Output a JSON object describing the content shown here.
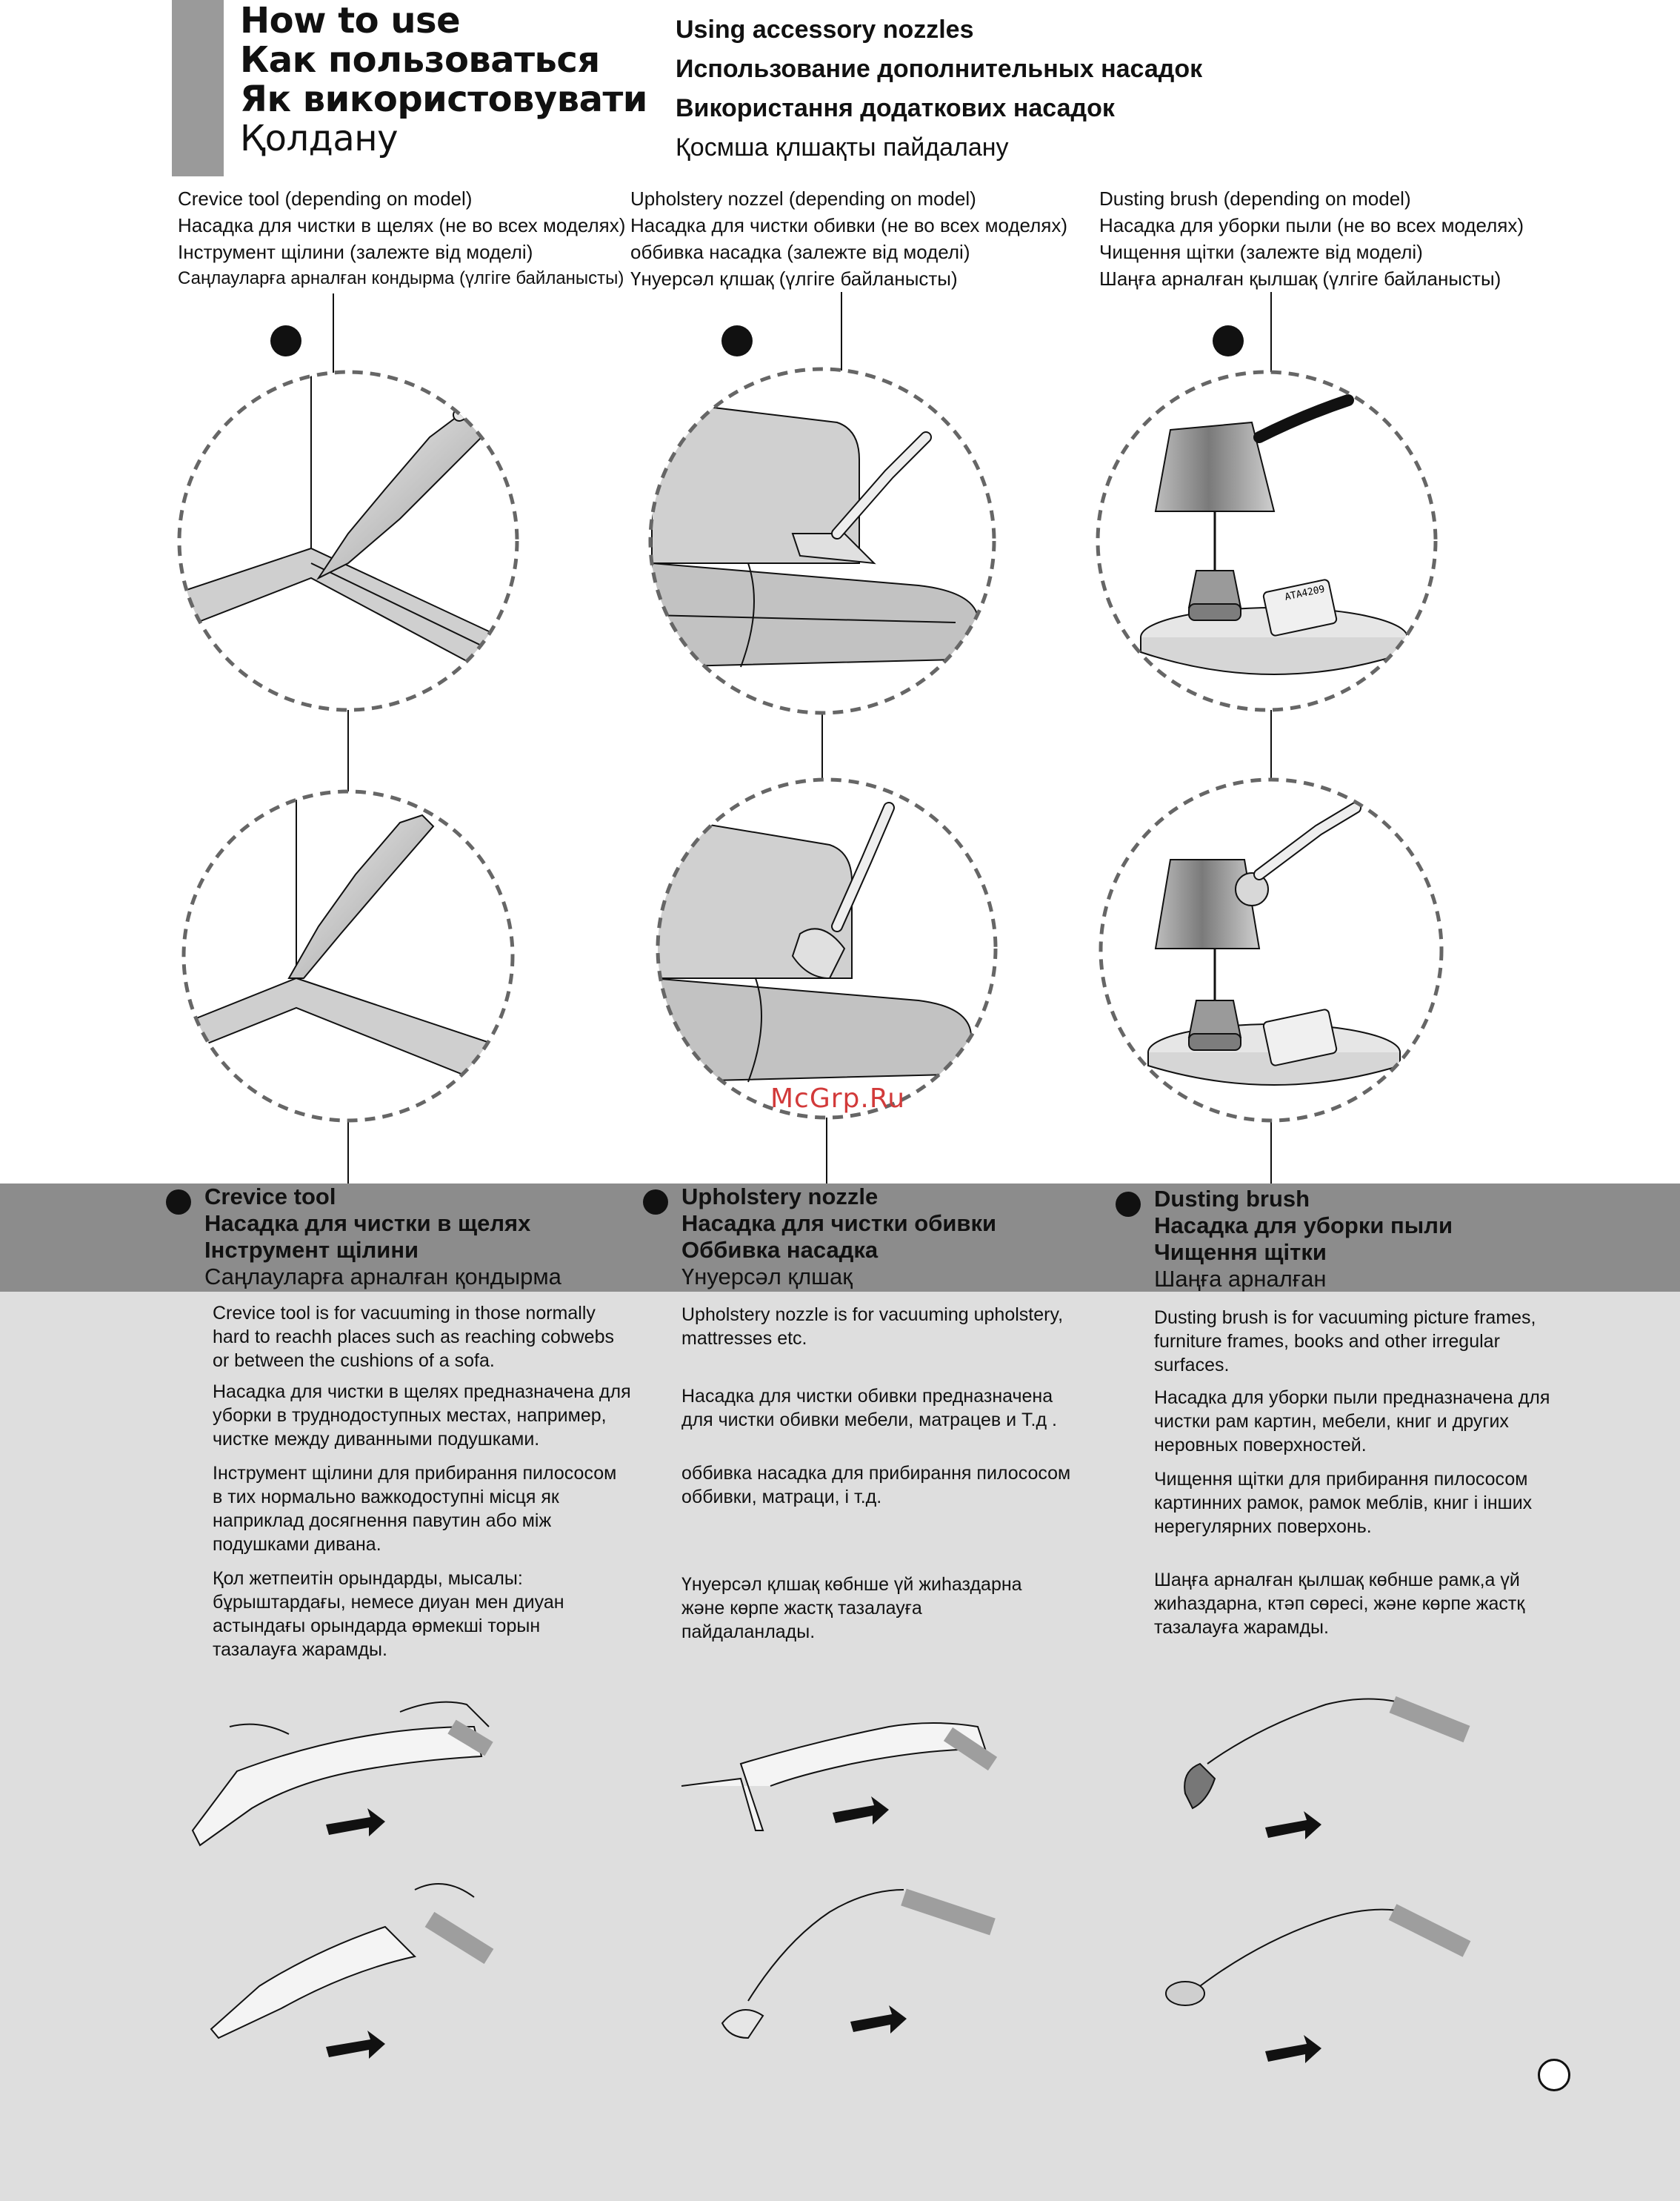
{
  "title": {
    "lines": [
      "How to use",
      "Как пользоваться",
      "Як використовувати",
      "Қолдану"
    ]
  },
  "subtitle": {
    "lines": [
      "Using accessory nozzles",
      "Использование дополнительных насадок",
      "Використання додаткових насадок",
      "Қосмша қлшақты пайдалану"
    ]
  },
  "captions": [
    {
      "lines": [
        "Crevice tool (depending on model)",
        "Насадка для чистки в щелях (не во всех моделях)",
        "Інструмент щілини (залежте від моделі)",
        "Саңлауларға арналған кондырма (үлгіге байланысты)"
      ]
    },
    {
      "lines": [
        "Upholstery nozzel (depending on model)",
        "Насадка для чистки обивки (не во всех моделях)",
        "оббивка насадка (залежте від моделі)",
        "Үнуерсәл қлшақ (үлгіге байланысты)"
      ]
    },
    {
      "lines": [
        "Dusting brush (depending on model)",
        "Насадка для уборки пыли (не во всех моделях)",
        "Чищення щітки (залежте від моделі)",
        "Шаңға арналған қылшақ (үлгіге байланысты)"
      ]
    }
  ],
  "sections": [
    {
      "heading": [
        "Crevice tool",
        "Насадка для чистки в щелях",
        "Інструмент щілини",
        "Саңлауларға арналған қондырма"
      ],
      "paragraphs": [
        [
          "Crevice tool is for vacuuming in those normally",
          "hard to reachh places such as reaching cobwebs",
          "or between the cushions of a sofa."
        ],
        [
          "Насадка для чистки в щелях предназначена для",
          "уборки в труднодоступных местах, например,",
          "чистке между диванными подушками."
        ],
        [
          "Інструмент щілини для прибирання пилососом",
          "в тих нормально важкодоступні місця як",
          "наприклад досягнення павутин або між",
          "подушками дивана."
        ],
        [
          "Қол жетпеитін орындарды, мысалы:",
          "бұрыштардағы, немесе диуан мен диуан",
          "астындағы орындарда өрмекші торын",
          "тазалауға жарамды."
        ]
      ]
    },
    {
      "heading": [
        "Upholstery nozzle",
        "Насадка для чистки обивки",
        "Оббивка насадка",
        "Үнуерсәл қлшақ"
      ],
      "paragraphs": [
        [
          "Upholstery nozzle is for vacuuming upholstery,",
          "mattresses etc."
        ],
        [
          "Насадка для чистки обивки предназначена",
          "для чистки обивки мебели, матрацев и Т.д ."
        ],
        [
          "оббивка насадка для прибирання пилососом",
          "оббивки, матраци, і т.д."
        ],
        [
          "Үнуерсәл қлшақ көбнше үй жиһаздарна",
          "және көрпе жастқ тазалауға",
          "пайдаланлады."
        ]
      ]
    },
    {
      "heading": [
        "Dusting brush",
        "Насадка для уборки пыли",
        "Чищення щітки",
        "Шаңға арналған"
      ],
      "paragraphs": [
        [
          "Dusting brush is for vacuuming picture frames,",
          "furniture frames, books and other irregular",
          "surfaces."
        ],
        [
          "Насадка для уборки пыли предназначена для",
          "чистки рам картин, мебели, книг и других",
          "неровных поверхностей."
        ],
        [
          "Чищення щітки для прибирання пилососом",
          "картинних рамок, рамок меблів, книг і інших",
          "нерегулярних поверхонь."
        ],
        [
          "Шаңға арналған қылшақ көбнше рамк,а үй",
          "жиһаздарна, ктәп сөресі, және көрпе жастқ",
          "тазалауға жарамды."
        ]
      ]
    }
  ],
  "lamp_card_text": "ATA4209",
  "watermark": "McGrp.Ru",
  "colors": {
    "band": "#8c8c8c",
    "panel": "#dedede",
    "title_bar": "#9a9a9a",
    "watermark": "#d23a3a"
  }
}
